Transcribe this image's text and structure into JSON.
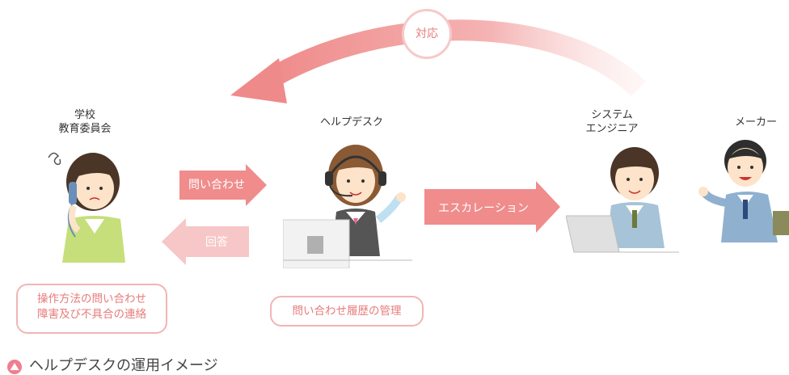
{
  "top_arrow": {
    "label": "対応"
  },
  "actors": {
    "school": {
      "line1": "学校",
      "line2": "教育委員会"
    },
    "helpdesk": {
      "label": "ヘルプデスク"
    },
    "engineer": {
      "line1": "システム",
      "line2": "エンジニア"
    },
    "maker": {
      "label": "メーカー"
    }
  },
  "arrows": {
    "inquiry": "問い合わせ",
    "answer": "回答",
    "escalation": "エスカレーション"
  },
  "notes": {
    "school_line1": "操作方法の問い合わせ",
    "school_line2": "障害及び不具合の連絡",
    "helpdesk": "問い合わせ履歴の管理"
  },
  "caption": "ヘルプデスクの運用イメージ",
  "colors": {
    "arrow": "#f08c8c",
    "arrow_light": "#f7c6c6",
    "pill_border": "#f2b5b5",
    "pill_text": "#e87b7b"
  }
}
